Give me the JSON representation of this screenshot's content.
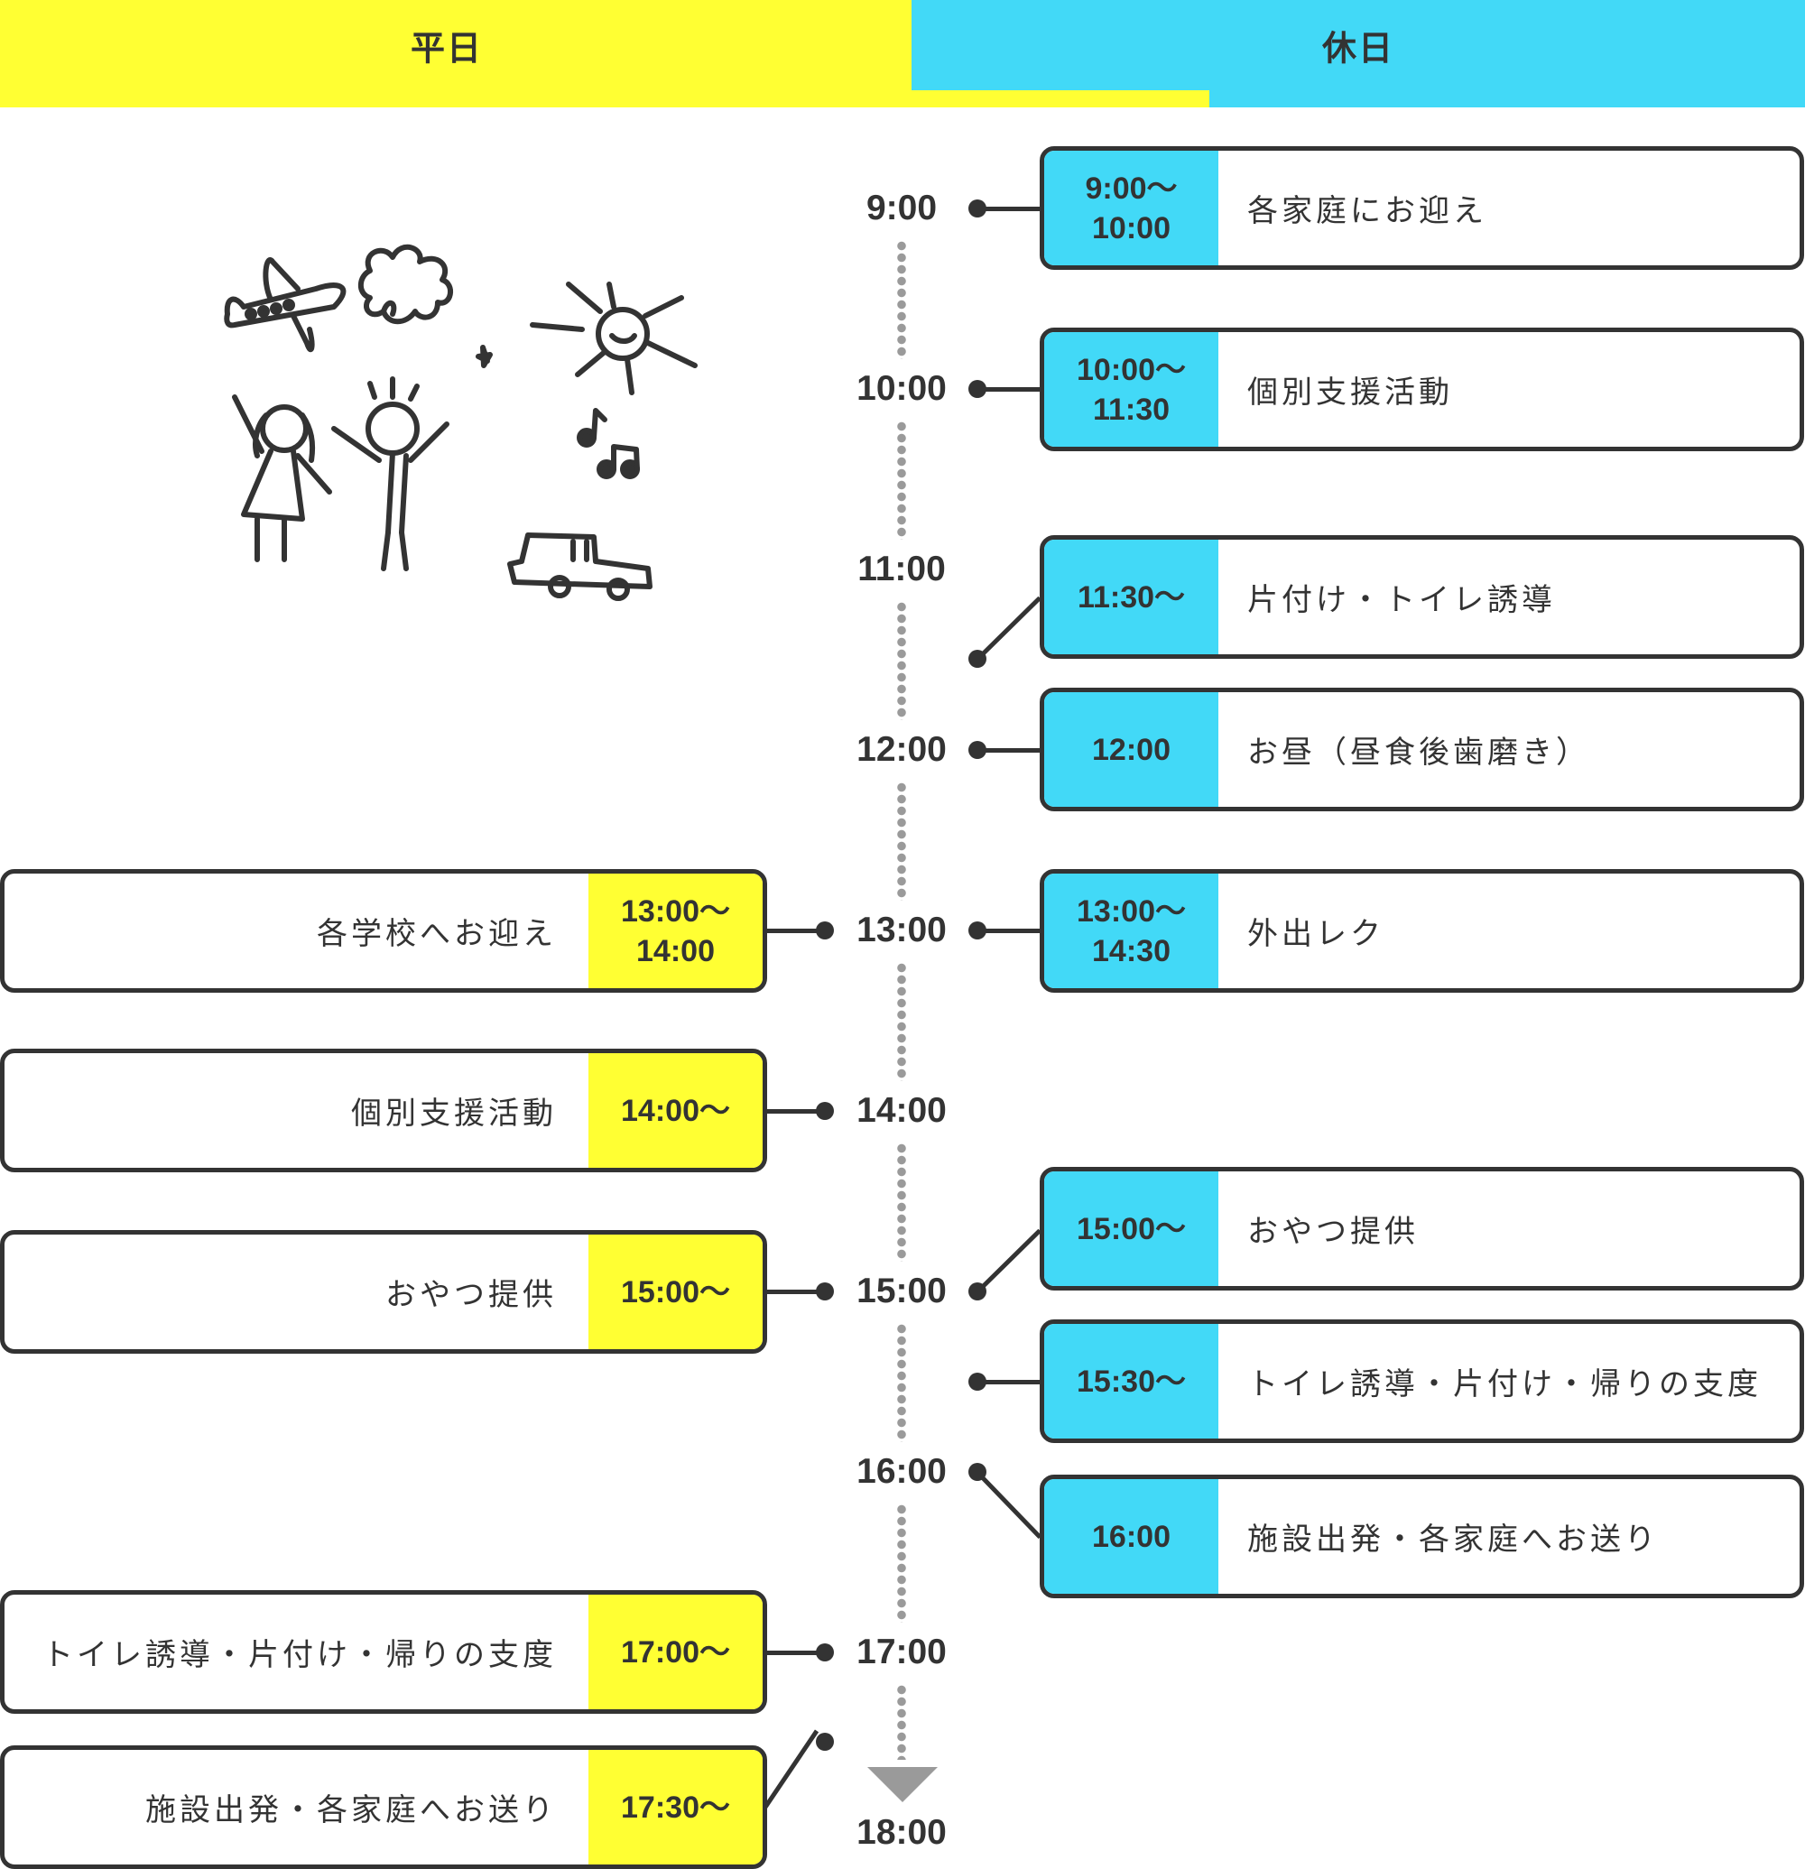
{
  "header": {
    "weekday_label": "平日",
    "holiday_label": "休日",
    "colors": {
      "weekday": "#FFFF33",
      "holiday": "#42D9F7",
      "text": "#333333"
    }
  },
  "timeline": {
    "hours": [
      "9:00",
      "10:00",
      "11:00",
      "12:00",
      "13:00",
      "14:00",
      "15:00",
      "16:00",
      "17:00",
      "18:00"
    ],
    "end_arrow": "arrow-down-icon"
  },
  "holiday_schedule": [
    {
      "time_lines": [
        "9:00〜",
        "10:00"
      ],
      "activity": "各家庭にお迎え"
    },
    {
      "time_lines": [
        "10:00〜",
        "11:30"
      ],
      "activity": "個別支援活動"
    },
    {
      "time_lines": [
        "11:30〜"
      ],
      "activity": "片付け・トイレ誘導"
    },
    {
      "time_lines": [
        "12:00"
      ],
      "activity": "お昼（昼食後歯磨き）"
    },
    {
      "time_lines": [
        "13:00〜",
        "14:30"
      ],
      "activity": "外出レク"
    },
    {
      "time_lines": [
        "15:00〜"
      ],
      "activity": "おやつ提供"
    },
    {
      "time_lines": [
        "15:30〜"
      ],
      "activity": "トイレ誘導・片付け・帰りの支度"
    },
    {
      "time_lines": [
        "16:00"
      ],
      "activity": "施設出発・各家庭へお送り"
    }
  ],
  "weekday_schedule": [
    {
      "time_lines": [
        "13:00〜",
        "14:00"
      ],
      "activity": "各学校へお迎え"
    },
    {
      "time_lines": [
        "14:00〜"
      ],
      "activity": "個別支援活動"
    },
    {
      "time_lines": [
        "15:00〜"
      ],
      "activity": "おやつ提供"
    },
    {
      "time_lines": [
        "17:00〜"
      ],
      "activity": "トイレ誘導・片付け・帰りの支度"
    },
    {
      "time_lines": [
        "17:30〜"
      ],
      "activity": "施設出発・各家庭へお送り"
    }
  ],
  "illustration": {
    "name": "children-doodle",
    "elements": [
      "airplane-icon",
      "cloud-icon",
      "sun-icon",
      "girl-figure",
      "boy-figure",
      "star-icon",
      "music-notes-icon",
      "car-icon"
    ]
  }
}
